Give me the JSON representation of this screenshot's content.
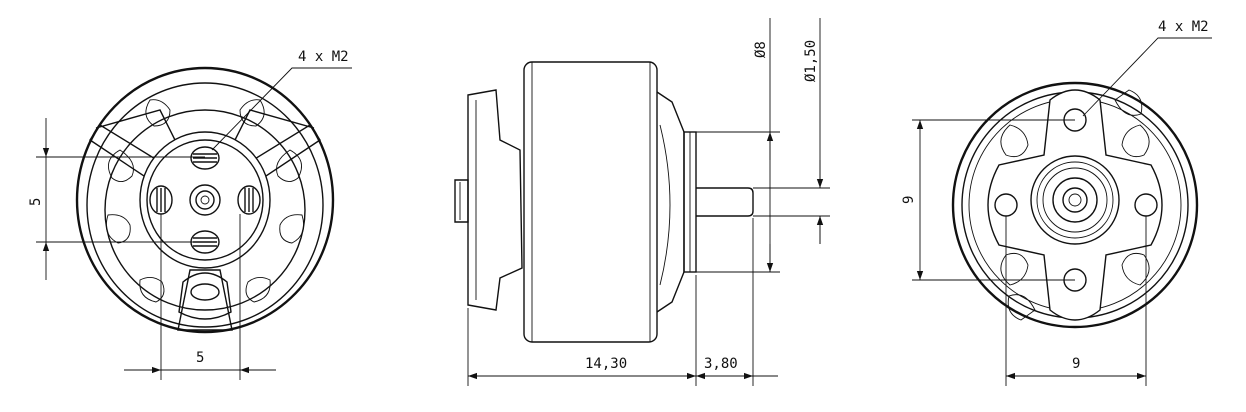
{
  "front_view": {
    "hole_callout": "4 x M2",
    "vertical_spacing": "5",
    "horizontal_spacing": "5"
  },
  "side_view": {
    "body_length": "14,30",
    "shaft_length": "3,80",
    "diameter_8": "Ø8",
    "diameter_1_50": "Ø1,50"
  },
  "rear_view": {
    "hole_callout": "4 x M2",
    "vertical_spacing": "9",
    "horizontal_spacing": "9"
  },
  "colors": {
    "line": "#111111",
    "background": "#ffffff"
  }
}
